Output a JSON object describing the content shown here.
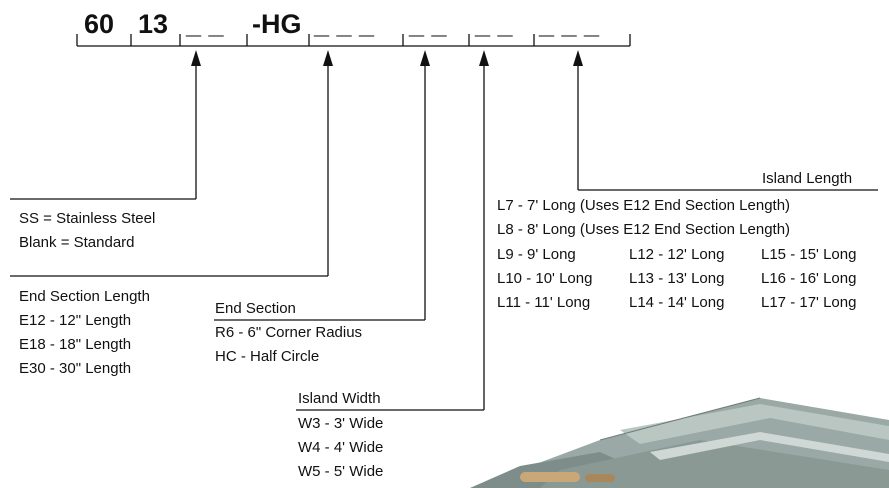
{
  "model_code": {
    "part_60": "60",
    "part_13": "13",
    "blank_2": "_ _",
    "part_hg": "-HG",
    "blank_3": "_ _ _",
    "blank_2b": "_ _",
    "blank_2c": "_ _",
    "blank_3b": "_ _ _"
  },
  "material": {
    "line1": "SS = Stainless Steel",
    "line2": "Blank = Standard"
  },
  "end_section_length": {
    "title": "End Section Length",
    "items": [
      "E12 - 12\" Length",
      "E18 - 18\" Length",
      "E30 - 30\" Length"
    ]
  },
  "end_section": {
    "title": "End Section",
    "items": [
      "R6 - 6\" Corner Radius",
      "HC - Half Circle"
    ]
  },
  "island_width": {
    "title": "Island Width",
    "items": [
      "W3 - 3' Wide",
      "W4 - 4' Wide",
      "W5 - 5' Wide"
    ]
  },
  "island_length": {
    "title": "Island Length",
    "line1": "L7 - 7' Long (Uses E12 End Section Length)",
    "line2": "L8 - 8' Long (Uses E12 End Section Length)",
    "col1": [
      "L9 - 9' Long",
      "L10 - 10' Long",
      "L11 - 11' Long"
    ],
    "col2": [
      "L12 - 12' Long",
      "L13 - 13' Long",
      "L14 - 14' Long"
    ],
    "col3": [
      "L15 - 15' Long",
      "L16 - 16' Long",
      "L17 - 17' Long"
    ]
  },
  "colors": {
    "ink": "#111111",
    "product_gray": "#8a9a96"
  },
  "product_image_icon": "island-unit-photo"
}
